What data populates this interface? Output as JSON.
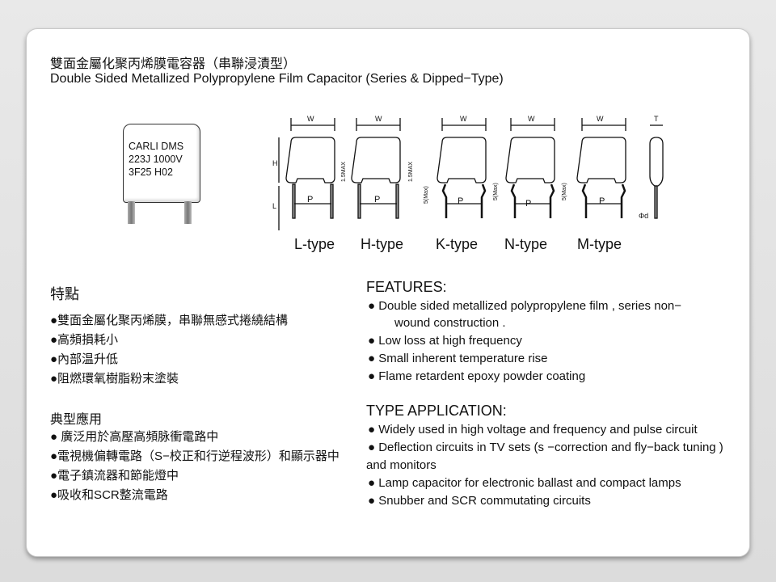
{
  "title": {
    "chinese": "雙面金屬化聚丙烯膜電容器（串聯浸漬型）",
    "english": "Double Sided Metallized Polypropylene Film Capacitor (Series & Dipped−Type)"
  },
  "capacitor_marking": [
    "CARLI DMS",
    "223J 1000V",
    "3F25    H02"
  ],
  "diagram": {
    "labels": {
      "W": "W",
      "H": "H",
      "L": "L",
      "P": "P",
      "max15": "1.5MAX",
      "max5": "5(Max)",
      "T": "T",
      "d": "Φd"
    },
    "types": [
      "L-type",
      "H-type",
      "K-type",
      "N-type",
      "M-type"
    ]
  },
  "chinese": {
    "features_heading": "特點",
    "features": [
      "●雙面金屬化聚丙烯膜，串聯無感式捲繞結構",
      "●高頻損耗小",
      "●內部温升低",
      "●阻燃環氧樹脂粉末塗裝"
    ],
    "application_heading": "典型應用",
    "applications": [
      "● 廣泛用於高壓高頻脉衝電路中",
      "●電視機偏轉電路（S−校正和行逆程波形）和顯示器中",
      "●電子鎮流器和節能燈中",
      "●吸收和SCR整流電路"
    ]
  },
  "english": {
    "features_heading": "FEATURES:",
    "features": [
      "●   Double sided metallized polypropylene film , series non−",
      "wound construction .",
      "●   Low loss at high frequency",
      "●  Small inherent temperature rise",
      "●  Flame retardent epoxy powder coating"
    ],
    "application_heading": "TYPE APPLICATION:",
    "applications": [
      "●  Widely used in high voltage and frequency and pulse circuit",
      "●  Deflection circuits in TV sets (s −correction and fly−back tuning )",
      "and monitors",
      "●  Lamp capacitor for electronic ballast and compact lamps",
      "●  Snubber and SCR commutating circuits"
    ]
  }
}
